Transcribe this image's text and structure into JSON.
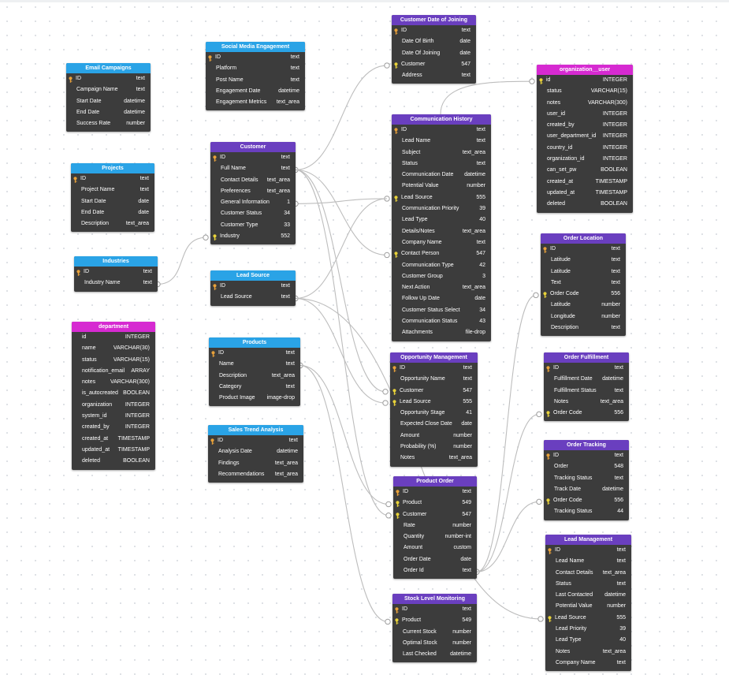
{
  "colors": {
    "header_blue": "#2aa3e6",
    "header_purple": "#6a3fbf",
    "header_magenta": "#d62ad1",
    "table_body": "#3c3c3c",
    "link": "#bdbdbd",
    "key_pk": "#e8a13a",
    "key_fk": "#e8d23a"
  },
  "tables": [
    {
      "id": "email",
      "title": "Email Campaigns",
      "color": "blue",
      "rows": [
        {
          "name": "ID",
          "type": "text",
          "key": "pk"
        },
        {
          "name": "Campaign Name",
          "type": "text"
        },
        {
          "name": "Start Date",
          "type": "datetime"
        },
        {
          "name": "End Date",
          "type": "datetime"
        },
        {
          "name": "Success Rate",
          "type": "number"
        }
      ]
    },
    {
      "id": "projects",
      "title": "Projects",
      "color": "blue",
      "rows": [
        {
          "name": "ID",
          "type": "text",
          "key": "pk"
        },
        {
          "name": "Project Name",
          "type": "text"
        },
        {
          "name": "Start Date",
          "type": "date"
        },
        {
          "name": "End Date",
          "type": "date"
        },
        {
          "name": "Description",
          "type": "text_area"
        }
      ]
    },
    {
      "id": "industries",
      "title": "Industries",
      "color": "blue",
      "rows": [
        {
          "name": "ID",
          "type": "text",
          "key": "pk"
        },
        {
          "name": "Industry Name",
          "type": "text"
        }
      ]
    },
    {
      "id": "department",
      "title": "department",
      "color": "magenta",
      "rows": [
        {
          "name": "id",
          "type": "INTEGER"
        },
        {
          "name": "name",
          "type": "VARCHAR(30)"
        },
        {
          "name": "status",
          "type": "VARCHAR(15)"
        },
        {
          "name": "notification_email",
          "type": "ARRAY"
        },
        {
          "name": "notes",
          "type": "VARCHAR(300)"
        },
        {
          "name": "is_autocreated",
          "type": "BOOLEAN"
        },
        {
          "name": "organization",
          "type": "INTEGER"
        },
        {
          "name": "system_id",
          "type": "INTEGER"
        },
        {
          "name": "created_by",
          "type": "INTEGER"
        },
        {
          "name": "created_at",
          "type": "TIMESTAMP"
        },
        {
          "name": "updated_at",
          "type": "TIMESTAMP"
        },
        {
          "name": "deleted",
          "type": "BOOLEAN"
        }
      ]
    },
    {
      "id": "social",
      "title": "Social Media Engagement",
      "color": "blue",
      "rows": [
        {
          "name": "ID",
          "type": "text",
          "key": "pk"
        },
        {
          "name": "Platform",
          "type": "text"
        },
        {
          "name": "Post Name",
          "type": "text"
        },
        {
          "name": "Engagement Date",
          "type": "datetime"
        },
        {
          "name": "Engagement Metrics",
          "type": "text_area"
        }
      ]
    },
    {
      "id": "customer",
      "title": "Customer",
      "color": "purple",
      "rows": [
        {
          "name": "ID",
          "type": "text",
          "key": "pk"
        },
        {
          "name": "Full Name",
          "type": "text"
        },
        {
          "name": "Contact Details",
          "type": "text_area"
        },
        {
          "name": "Preferences",
          "type": "text_area"
        },
        {
          "name": "General Information",
          "type": "1"
        },
        {
          "name": "Customer Status",
          "type": "34"
        },
        {
          "name": "Customer Type",
          "type": "33"
        },
        {
          "name": "Industry",
          "type": "552",
          "key": "fk"
        }
      ]
    },
    {
      "id": "leadsource",
      "title": "Lead Source",
      "color": "blue",
      "rows": [
        {
          "name": "ID",
          "type": "text",
          "key": "pk"
        },
        {
          "name": "Lead Source",
          "type": "text"
        }
      ]
    },
    {
      "id": "products",
      "title": "Products",
      "color": "blue",
      "rows": [
        {
          "name": "ID",
          "type": "text",
          "key": "pk"
        },
        {
          "name": "Name",
          "type": "text"
        },
        {
          "name": "Description",
          "type": "text_area"
        },
        {
          "name": "Category",
          "type": "text"
        },
        {
          "name": "Product Image",
          "type": "image-drop"
        }
      ]
    },
    {
      "id": "sales",
      "title": "Sales Trend Analysis",
      "color": "blue",
      "rows": [
        {
          "name": "ID",
          "type": "text",
          "key": "pk"
        },
        {
          "name": "Analysis Date",
          "type": "datetime"
        },
        {
          "name": "Findings",
          "type": "text_area"
        },
        {
          "name": "Recommendations",
          "type": "text_area"
        }
      ]
    },
    {
      "id": "cdoj",
      "title": "Customer Date of Joining",
      "color": "purple",
      "rows": [
        {
          "name": "ID",
          "type": "text",
          "key": "pk"
        },
        {
          "name": "Date Of Birth",
          "type": "date"
        },
        {
          "name": "Date Of Joining",
          "type": "date"
        },
        {
          "name": "Customer",
          "type": "547",
          "key": "fk"
        },
        {
          "name": "Address",
          "type": "text"
        }
      ]
    },
    {
      "id": "commhist",
      "title": "Communication History",
      "color": "purple",
      "rows": [
        {
          "name": "ID",
          "type": "text",
          "key": "pk"
        },
        {
          "name": "Lead Name",
          "type": "text"
        },
        {
          "name": "Subject",
          "type": "text_area"
        },
        {
          "name": "Status",
          "type": "text"
        },
        {
          "name": "Communication Date",
          "type": "datetime"
        },
        {
          "name": "Potential Value",
          "type": "number"
        },
        {
          "name": "Lead Source",
          "type": "555",
          "key": "fk"
        },
        {
          "name": "Communication Priority",
          "type": "39"
        },
        {
          "name": "Lead Type",
          "type": "40"
        },
        {
          "name": "Details/Notes",
          "type": "text_area"
        },
        {
          "name": "Company Name",
          "type": "text"
        },
        {
          "name": "Contact Person",
          "type": "547",
          "key": "fk"
        },
        {
          "name": "Communication Type",
          "type": "42"
        },
        {
          "name": "Customer Group",
          "type": "3"
        },
        {
          "name": "Next Action",
          "type": "text_area"
        },
        {
          "name": "Follow Up Date",
          "type": "date"
        },
        {
          "name": "Customer Status Select",
          "type": "34"
        },
        {
          "name": "Communication Status",
          "type": "43"
        },
        {
          "name": "Attachments",
          "type": "file-drop"
        }
      ]
    },
    {
      "id": "oppmgmt",
      "title": "Opportunity Management",
      "color": "purple",
      "rows": [
        {
          "name": "ID",
          "type": "text",
          "key": "pk"
        },
        {
          "name": "Opportunity Name",
          "type": "text"
        },
        {
          "name": "Customer",
          "type": "547",
          "key": "fk"
        },
        {
          "name": "Lead Source",
          "type": "555",
          "key": "fk"
        },
        {
          "name": "Opportunity Stage",
          "type": "41"
        },
        {
          "name": "Expected Close Date",
          "type": "date"
        },
        {
          "name": "Amount",
          "type": "number"
        },
        {
          "name": "Probability (%)",
          "type": "number"
        },
        {
          "name": "Notes",
          "type": "text_area"
        }
      ]
    },
    {
      "id": "prodorder",
      "title": "Product Order",
      "color": "purple",
      "rows": [
        {
          "name": "ID",
          "type": "text",
          "key": "pk"
        },
        {
          "name": "Product",
          "type": "549",
          "key": "fk"
        },
        {
          "name": "Customer",
          "type": "547",
          "key": "fk"
        },
        {
          "name": "Rate",
          "type": "number"
        },
        {
          "name": "Quantity",
          "type": "number-int"
        },
        {
          "name": "Amount",
          "type": "custom"
        },
        {
          "name": "Order Date",
          "type": "date"
        },
        {
          "name": "Order Id",
          "type": "text"
        }
      ]
    },
    {
      "id": "stock",
      "title": "Stock Level Monitoring",
      "color": "purple",
      "rows": [
        {
          "name": "ID",
          "type": "text",
          "key": "pk"
        },
        {
          "name": "Product",
          "type": "549",
          "key": "fk"
        },
        {
          "name": "Current Stock",
          "type": "number"
        },
        {
          "name": "Optimal Stock",
          "type": "number"
        },
        {
          "name": "Last Checked",
          "type": "datetime"
        }
      ]
    },
    {
      "id": "orguser",
      "title": "organization__user",
      "color": "magenta",
      "rows": [
        {
          "name": "id",
          "type": "INTEGER",
          "key": "fk"
        },
        {
          "name": "status",
          "type": "VARCHAR(15)"
        },
        {
          "name": "notes",
          "type": "VARCHAR(300)"
        },
        {
          "name": "user_id",
          "type": "INTEGER"
        },
        {
          "name": "created_by",
          "type": "INTEGER"
        },
        {
          "name": "user_department_id",
          "type": "INTEGER"
        },
        {
          "name": "country_id",
          "type": "INTEGER"
        },
        {
          "name": "organization_id",
          "type": "INTEGER"
        },
        {
          "name": "can_set_pw",
          "type": "BOOLEAN"
        },
        {
          "name": "created_at",
          "type": "TIMESTAMP"
        },
        {
          "name": "updated_at",
          "type": "TIMESTAMP"
        },
        {
          "name": "deleted",
          "type": "BOOLEAN"
        }
      ]
    },
    {
      "id": "orderloc",
      "title": "Order Location",
      "color": "purple",
      "rows": [
        {
          "name": "ID",
          "type": "text",
          "key": "pk"
        },
        {
          "name": "Latitude",
          "type": "text"
        },
        {
          "name": "Latitude",
          "type": "text"
        },
        {
          "name": "Text",
          "type": "text"
        },
        {
          "name": "Order Code",
          "type": "556",
          "key": "fk"
        },
        {
          "name": "Latitude",
          "type": "number"
        },
        {
          "name": "Longitude",
          "type": "number"
        },
        {
          "name": "Description",
          "type": "text"
        }
      ]
    },
    {
      "id": "orderful",
      "title": "Order Fulfillment",
      "color": "purple",
      "rows": [
        {
          "name": "ID",
          "type": "text",
          "key": "pk"
        },
        {
          "name": "Fulfillment Date",
          "type": "datetime"
        },
        {
          "name": "Fulfillment Status",
          "type": "text"
        },
        {
          "name": "Notes",
          "type": "text_area"
        },
        {
          "name": "Order Code",
          "type": "556",
          "key": "fk"
        }
      ]
    },
    {
      "id": "ordertrack",
      "title": "Order Tracking",
      "color": "purple",
      "rows": [
        {
          "name": "ID",
          "type": "text",
          "key": "pk"
        },
        {
          "name": "Order",
          "type": "548"
        },
        {
          "name": "Tracking Status",
          "type": "text"
        },
        {
          "name": "Track Date",
          "type": "datetime"
        },
        {
          "name": "Order Code",
          "type": "556",
          "key": "fk"
        },
        {
          "name": "Tracking Status",
          "type": "44"
        }
      ]
    },
    {
      "id": "leadmgmt",
      "title": "Lead Management",
      "color": "purple",
      "rows": [
        {
          "name": "ID",
          "type": "text",
          "key": "pk"
        },
        {
          "name": "Lead Name",
          "type": "text"
        },
        {
          "name": "Contact Details",
          "type": "text_area"
        },
        {
          "name": "Status",
          "type": "text"
        },
        {
          "name": "Last Contacted",
          "type": "datetime"
        },
        {
          "name": "Potential Value",
          "type": "number"
        },
        {
          "name": "Lead Source",
          "type": "555",
          "key": "fk"
        },
        {
          "name": "Lead Priority",
          "type": "39"
        },
        {
          "name": "Lead Type",
          "type": "40"
        },
        {
          "name": "Notes",
          "type": "text_area"
        },
        {
          "name": "Company Name",
          "type": "text"
        }
      ]
    }
  ]
}
